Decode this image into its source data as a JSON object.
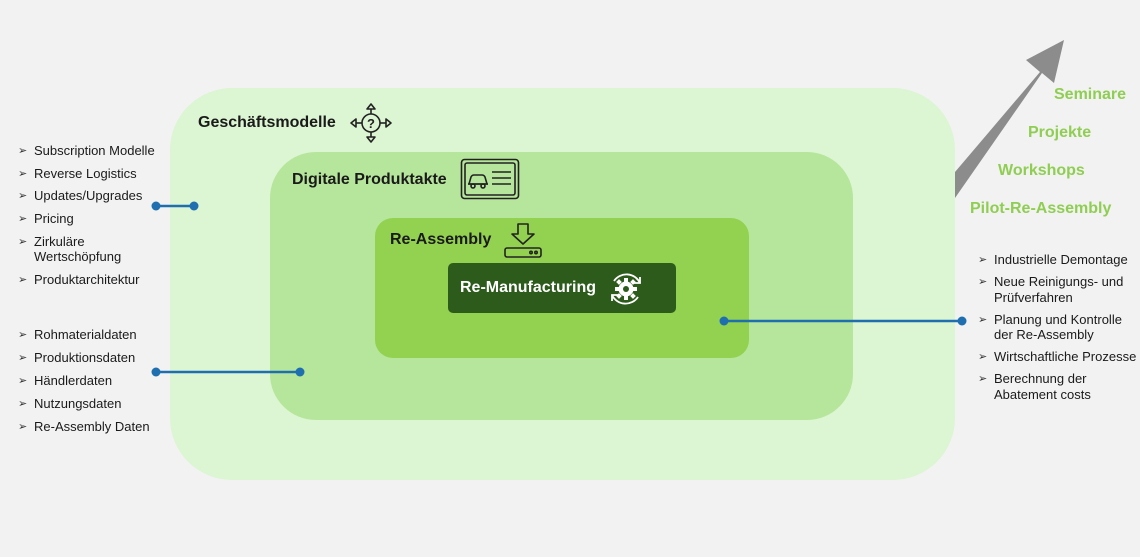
{
  "layers": {
    "outer_title": "Geschäftsmodelle",
    "middle_title": "Digitale Produktakte",
    "inner_title": "Re-Assembly",
    "core_title": "Re-Manufacturing"
  },
  "icons": {
    "outer": "compass-question-icon",
    "middle": "id-card-car-icon",
    "inner": "download-tray-icon",
    "core": "gear-cycle-icon"
  },
  "lists": {
    "business_models": [
      "Subscription Modelle",
      "Reverse Logistics",
      "Updates/Upgrades",
      "Pricing",
      "Zirkuläre Wertschöpfung",
      "Produktarchitektur"
    ],
    "data_types": [
      "Rohmaterialdaten",
      "Produktionsdaten",
      "Händlerdaten",
      "Nutzungsdaten",
      "Re-Assembly Daten"
    ],
    "reassembly_topics": [
      "Industrielle Demontage",
      "Neue Reinigungs- und Prüfverfahren",
      "Planung und Kontrolle der Re-Assembly",
      "Wirtschaftliche Prozesse",
      "Berechnung der Abatement costs"
    ]
  },
  "activities": [
    "Seminare",
    "Projekte",
    "Workshops",
    "Pilot-Re-Assembly"
  ],
  "colors": {
    "background": "#f2f2f2",
    "outer": "#dcf5d2",
    "middle": "#b6e69b",
    "inner": "#92d250",
    "core": "#2d5b1c",
    "connector": "#1f6fb0",
    "arrow": "#8c8c8c",
    "activity_text": "#8fce52"
  }
}
